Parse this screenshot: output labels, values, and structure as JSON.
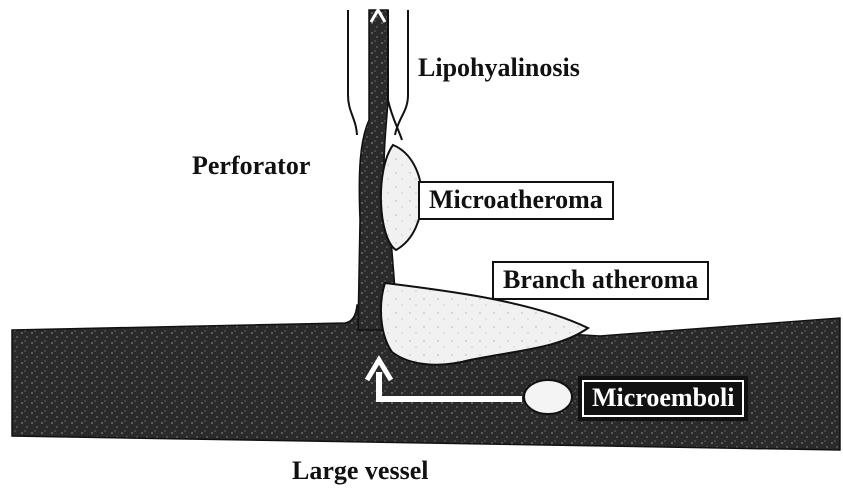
{
  "labels": {
    "lipohyalinosis": "Lipohyalinosis",
    "perforator": "Perforator",
    "microatheroma": "Microatheroma",
    "branch_atheroma": "Branch atheroma",
    "microemboli": "Microemboli",
    "large_vessel": "Large vessel"
  }
}
